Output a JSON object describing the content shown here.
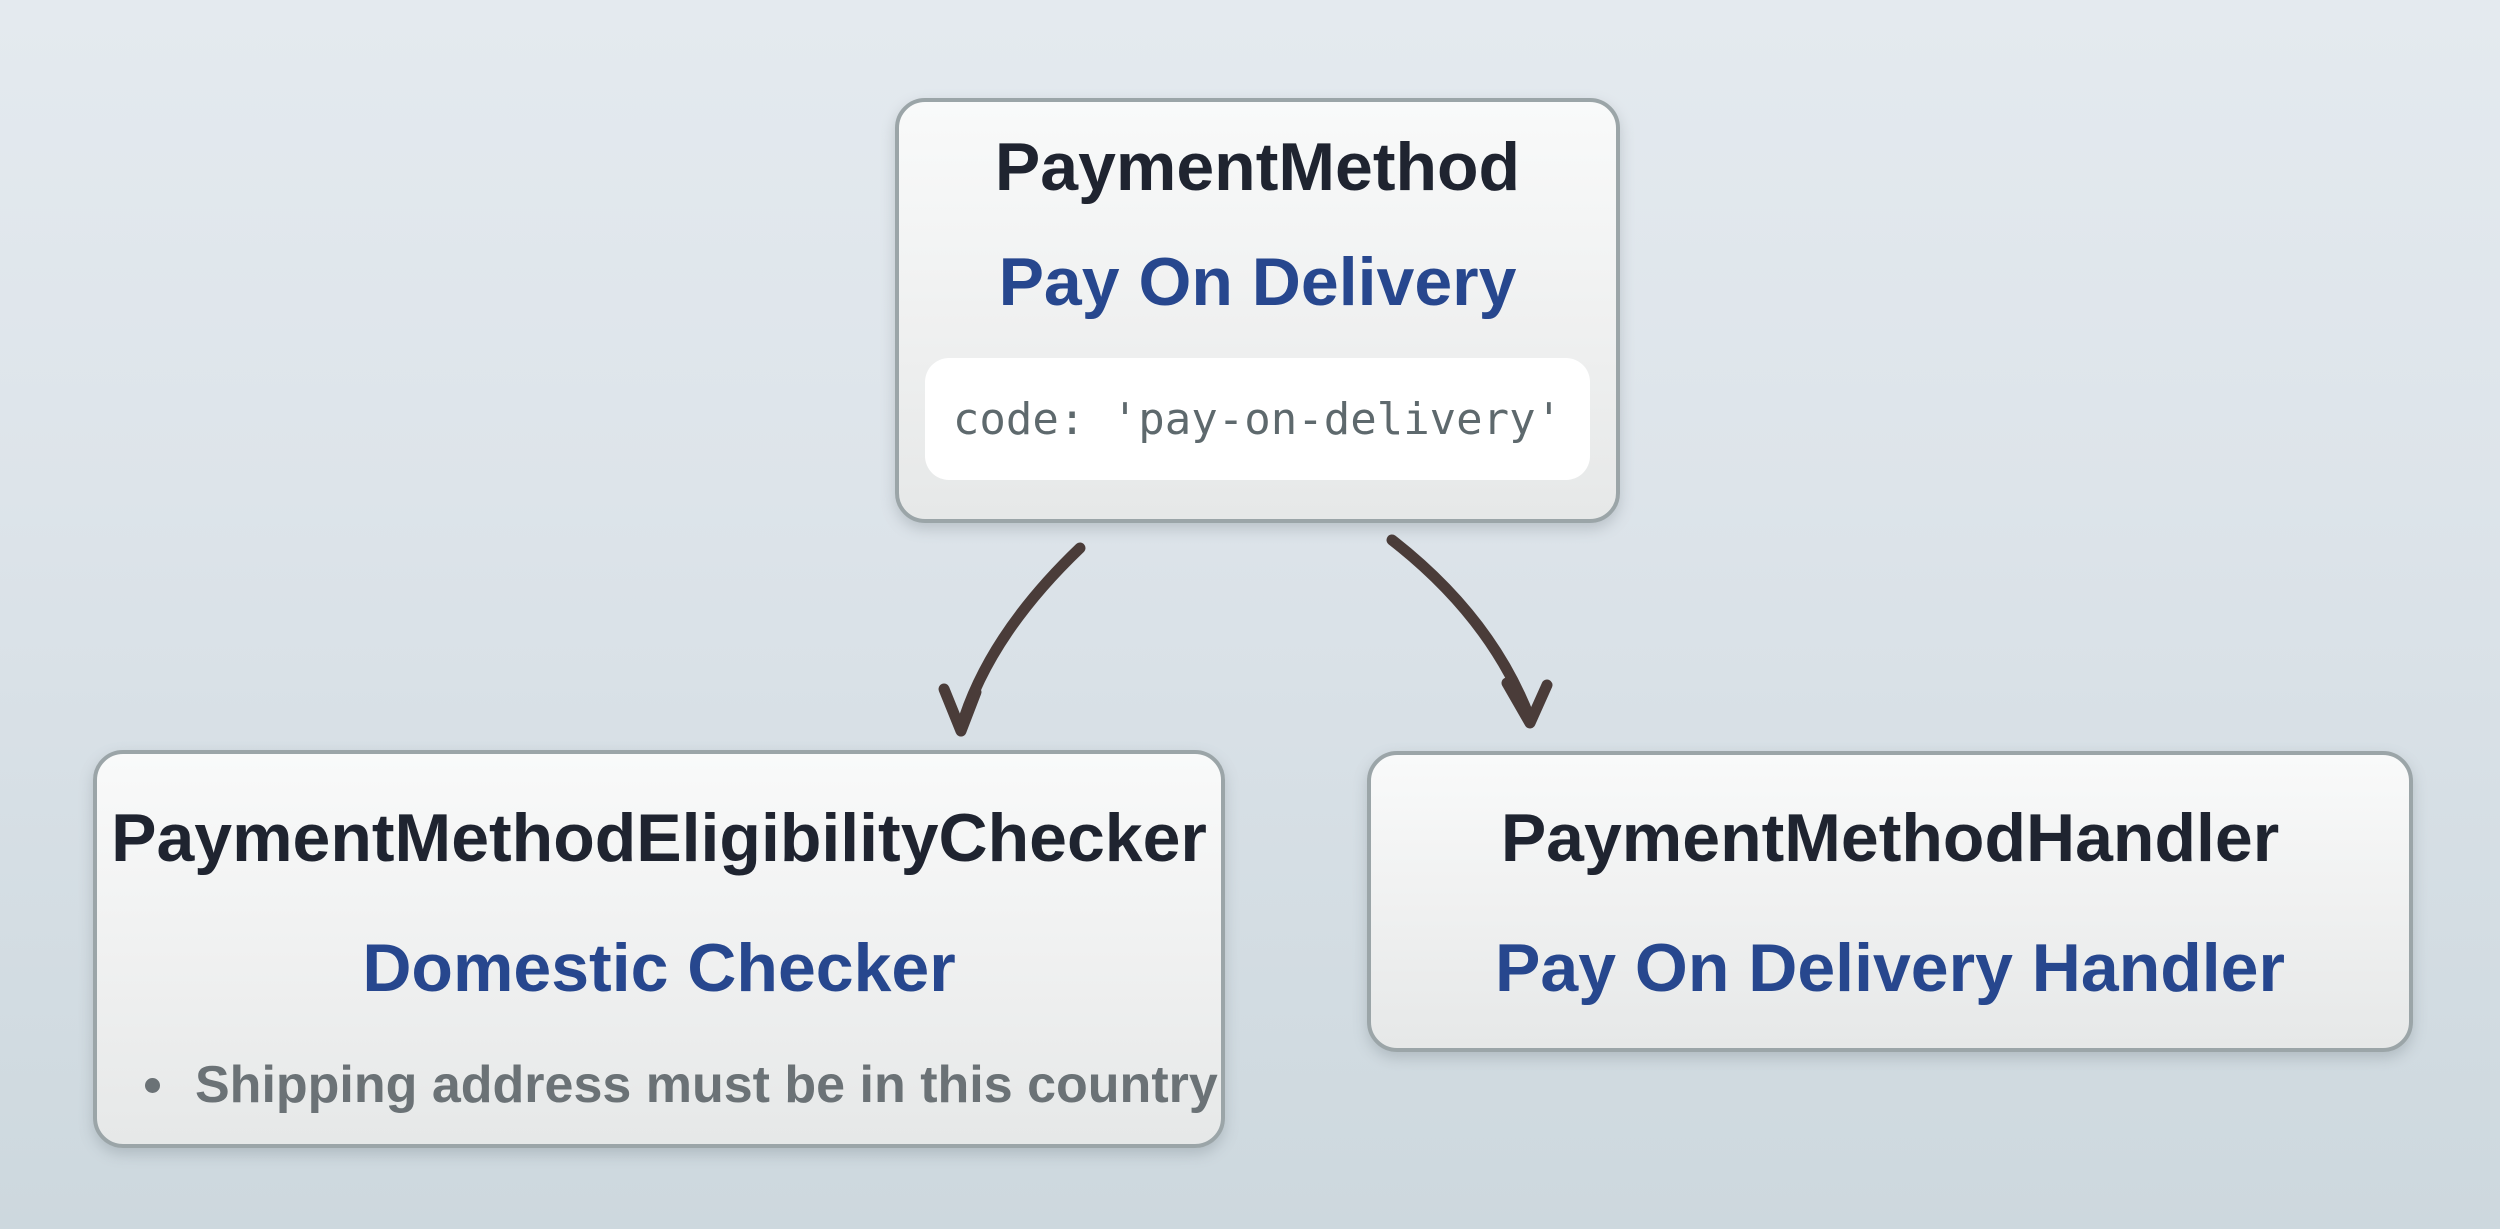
{
  "background": {
    "gradient_top": "#e4eaef",
    "gradient_bottom": "#cdd8de"
  },
  "colors": {
    "node_border": "#9ba5a8",
    "node_bg_top": "#f9fafa",
    "node_bg_bottom": "#e6e8e8",
    "title_text": "#1f2430",
    "accent_blue": "#27478e",
    "muted_gray": "#6b7276",
    "code_text": "#5e696d",
    "code_bg": "#ffffff",
    "arrow": "#4a3c39"
  },
  "nodes": {
    "payment_method": {
      "title": "PaymentMethod",
      "subtitle": "Pay On Delivery",
      "code": "code: 'pay-on-delivery'"
    },
    "eligibility_checker": {
      "title": "PaymentMethodEligibilityChecker",
      "subtitle": "Domestic Checker",
      "bullets": [
        "Shipping address must be in this country"
      ]
    },
    "handler": {
      "title": "PaymentMethodHandler",
      "subtitle": "Pay On Delivery Handler"
    }
  }
}
